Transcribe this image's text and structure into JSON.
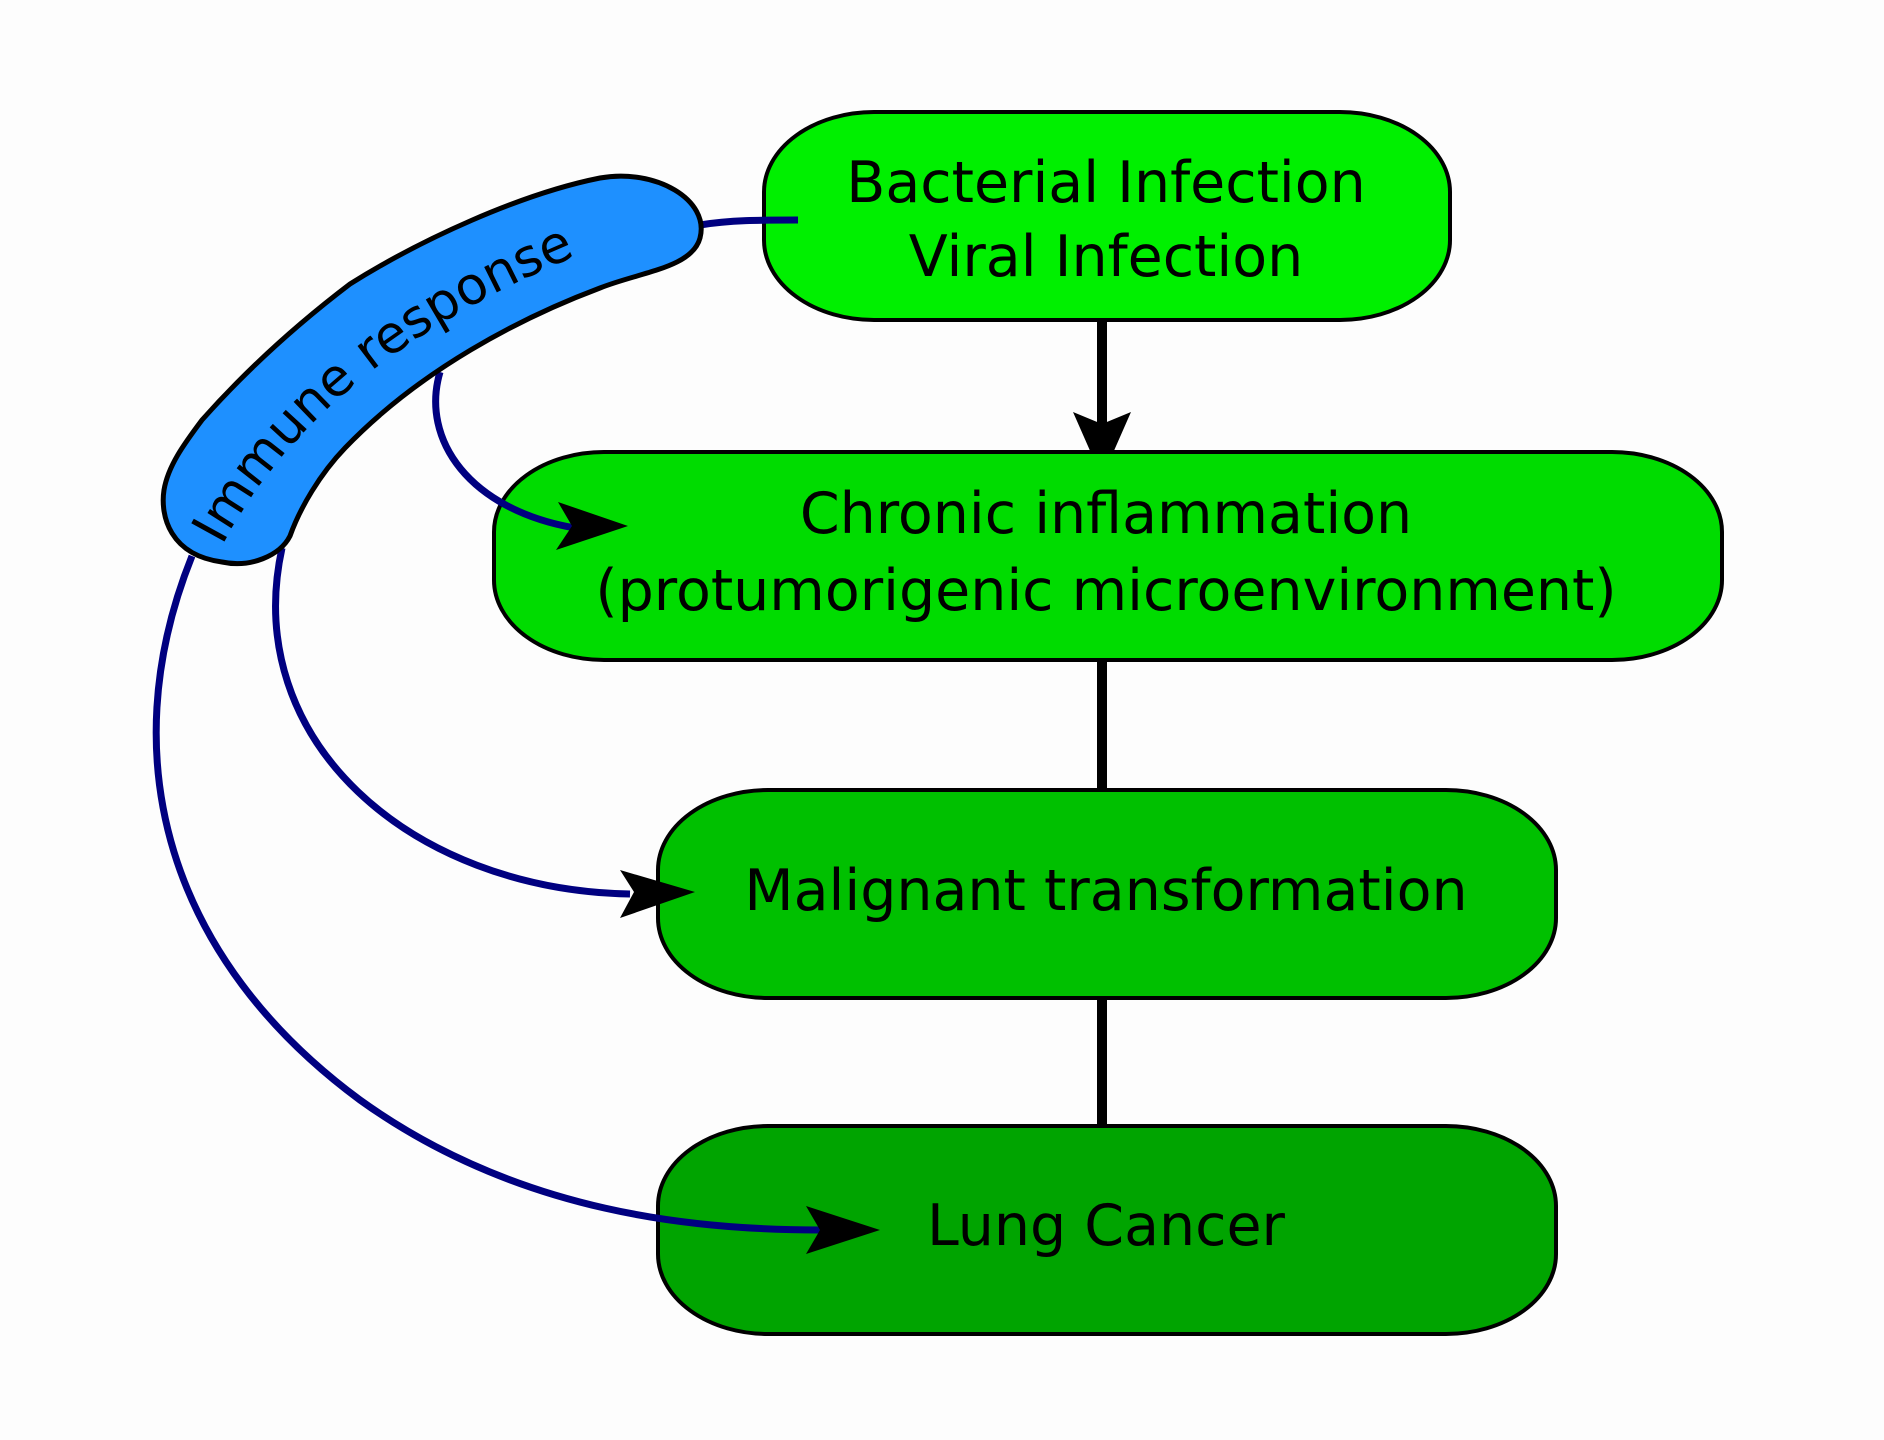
{
  "diagram": {
    "immune": {
      "label": "Immune response",
      "color": "#1e90ff"
    },
    "nodes": {
      "infection": {
        "line1": "Bacterial Infection",
        "line2": "Viral Infection",
        "color": "#00f000"
      },
      "inflammation": {
        "line1": "Chronic inflammation",
        "line2": "(protumorigenic microenvironment)",
        "color": "#00dc00"
      },
      "malignant": {
        "line1": "Malignant transformation",
        "color": "#00c000"
      },
      "cancer": {
        "line1": "Lung Cancer",
        "color": "#00a400"
      }
    },
    "colors": {
      "flow_arrow": "#000000",
      "immune_arrow": "#000080",
      "outline": "#000000"
    }
  }
}
